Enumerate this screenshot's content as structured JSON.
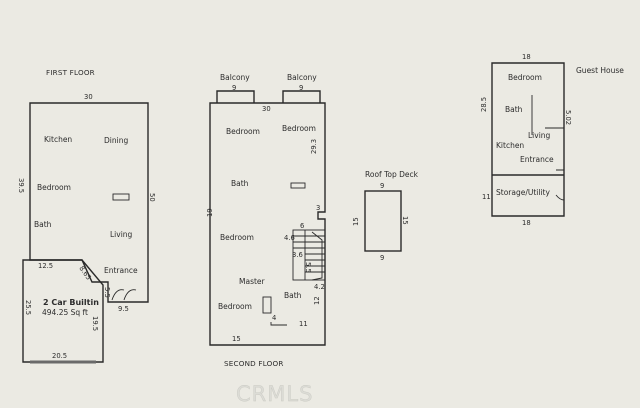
{
  "first_floor": {
    "title": "FIRST FLOOR",
    "rooms": {
      "kitchen": "Kitchen",
      "dining": "Dining",
      "bedroom": "Bedroom",
      "bath": "Bath",
      "living": "Living",
      "entrance": "Entrance",
      "garage": "2 Car Builtin",
      "garage_area": "494.25 Sq ft"
    },
    "dims": {
      "top": "30",
      "left": "39.5",
      "right": "50",
      "diag_top": "12.5",
      "diag": "8.65",
      "garage_left": "25.5",
      "garage_right": "19.5",
      "bottom": "20.5",
      "entrance_w": "9.5",
      "entrance_h": "5.5"
    }
  },
  "second_floor": {
    "title": "SECOND FLOOR",
    "balcony_left": "Balcony",
    "balcony_right": "Balcony",
    "balcony_dim": "9",
    "rooms": {
      "bedroom_tl": "Bedroom",
      "bedroom_tr": "Bedroom",
      "bath_top": "Bath",
      "bedroom_mid": "Bedroom",
      "master": "Master",
      "bedroom_bottom": "Bedroom",
      "bath_bottom": "Bath"
    },
    "dims": {
      "top": "30",
      "right_top": "29.3",
      "left": "19",
      "stair_w": "6",
      "stair_h": "4.6",
      "stair_small": "3.6",
      "stair_side": "5.5",
      "right_step": "3",
      "right_step2": "4.2",
      "right_lower": "12",
      "bottom_left": "15",
      "bottom_right": "11",
      "notch": "4"
    }
  },
  "roof_deck": {
    "title": "Roof Top Deck",
    "top": "9",
    "bottom": "9",
    "left": "15",
    "right": "15"
  },
  "guest_house": {
    "title": "Guest House",
    "rooms": {
      "bedroom": "Bedroom",
      "bath": "Bath",
      "living": "Living",
      "kitchen": "Kitchen",
      "entrance": "Entrance",
      "storage": "Storage/Utility"
    },
    "dims": {
      "top": "18",
      "bottom": "18",
      "left": "28.5",
      "left_lower": "11",
      "inner": "5.02"
    }
  },
  "watermark": "CRMLS"
}
